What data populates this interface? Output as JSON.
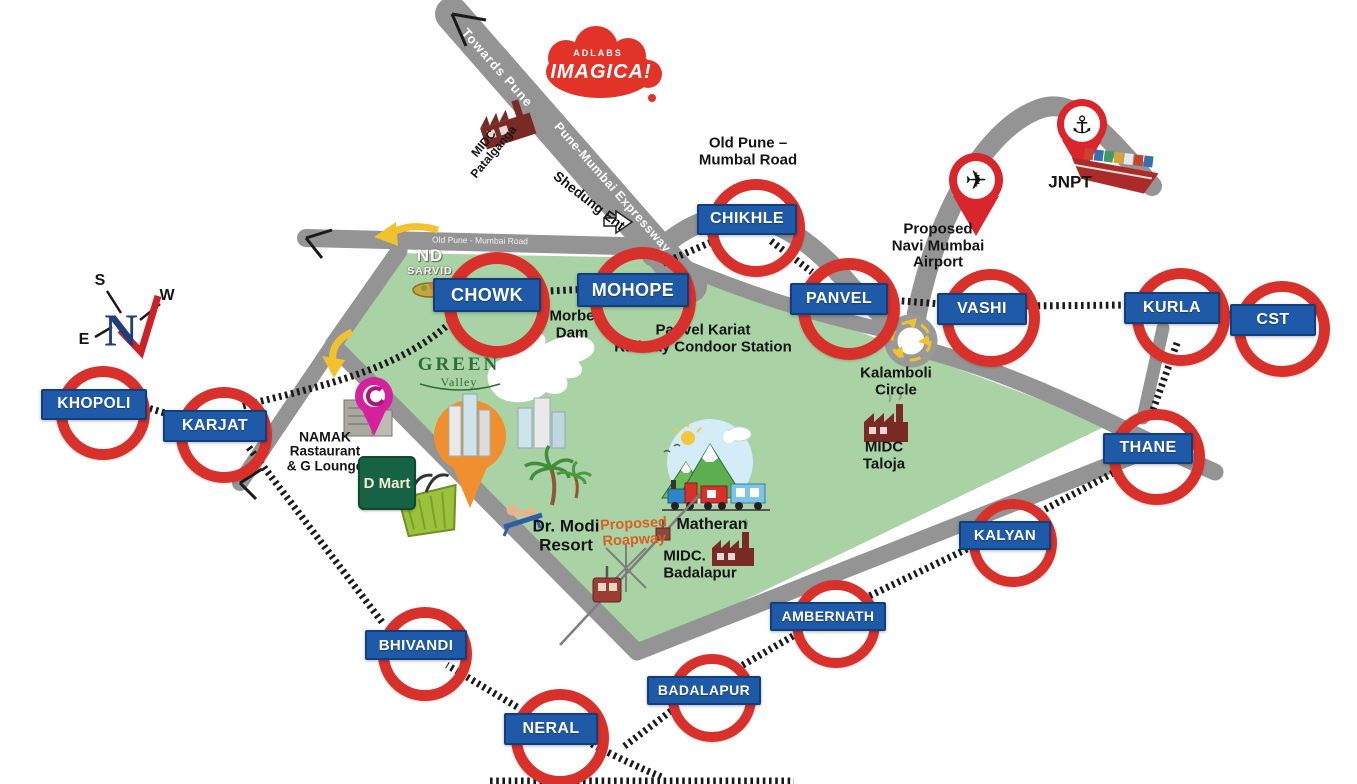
{
  "colors": {
    "roundel_red": "#d8302a",
    "bar_blue": "#1e5aa8",
    "road_gray": "#949494",
    "map_green": "#a9d3a4",
    "accent_yellow": "#f2c12e",
    "pin_red": "#d8262c",
    "dmart_green": "#156344",
    "imagica_red": "#e23328",
    "pin_magenta": "#d6219c",
    "pin_orange": "#ef8f2d"
  },
  "compass": {
    "n": "N",
    "s": "S",
    "e": "E",
    "w": "W"
  },
  "stations": [
    {
      "id": "khopoli",
      "label": "KHOPOLI"
    },
    {
      "id": "karjat",
      "label": "KARJAT"
    },
    {
      "id": "chowk",
      "label": "CHOWK"
    },
    {
      "id": "mohope",
      "label": "MOHOPE"
    },
    {
      "id": "chikhle",
      "label": "CHIKHLE"
    },
    {
      "id": "panvel",
      "label": "PANVEL"
    },
    {
      "id": "vashi",
      "label": "VASHI"
    },
    {
      "id": "kurla",
      "label": "KURLA"
    },
    {
      "id": "cst",
      "label": "CST"
    },
    {
      "id": "thane",
      "label": "THANE"
    },
    {
      "id": "kalyan",
      "label": "KALYAN"
    },
    {
      "id": "ambernath",
      "label": "AMBERNATH"
    },
    {
      "id": "badalapur",
      "label": "BADALAPUR"
    },
    {
      "id": "neral",
      "label": "NERAL"
    },
    {
      "id": "bhivandi",
      "label": "BHIVANDI"
    }
  ],
  "roads": {
    "towards_pune": "Towards Pune",
    "expressway": "Pune-Mumbai Expressway",
    "old_pune_top_line1": "Old Pune –",
    "old_pune_top_line2": "Mumbal Road",
    "old_pune_small": "Old Pune - Mumbai Road",
    "shedung": "Shedung Ent",
    "kalamboli_line1": "Kalamboli",
    "kalamboli_line2": "Circle"
  },
  "landmarks": {
    "imagica_brand": "ADLABS",
    "imagica_name": "IMAGICA!",
    "midc_patalganga_line1": "MIDC",
    "midc_patalganga_line2": "Patalganga",
    "airport_line1": "Proposed",
    "airport_line2": "Navi Mumbai",
    "airport_line3": "Airport",
    "jnpt": "JNPT",
    "morbe_line1": "Morbe",
    "morbe_line2": "Dam",
    "panvel_kariat_line1": "Panvel Kariat",
    "panvel_kariat_line2": "Railway Condoor Station",
    "nd_sarvid_line1": "ND",
    "nd_sarvid_line2": "SARVID",
    "green_valley_line1": "GREEN",
    "green_valley_line2": "Valley",
    "namak_line1": "NAMAK",
    "namak_line2": "Rastaurant",
    "namak_line3": "& G Lounge",
    "dmart": "D Mart",
    "dr_modi_line1": "Dr. Modi",
    "dr_modi_line2": "Resort",
    "ropeway_line1": "Proposed",
    "ropeway_line2": "Roapway",
    "matheran": "Matheran",
    "midc_badalapur_line1": "MIDC.",
    "midc_badalapur_line2": "Badalapur",
    "midc_taloja_line1": "MIDC",
    "midc_taloja_line2": "Taloja"
  }
}
